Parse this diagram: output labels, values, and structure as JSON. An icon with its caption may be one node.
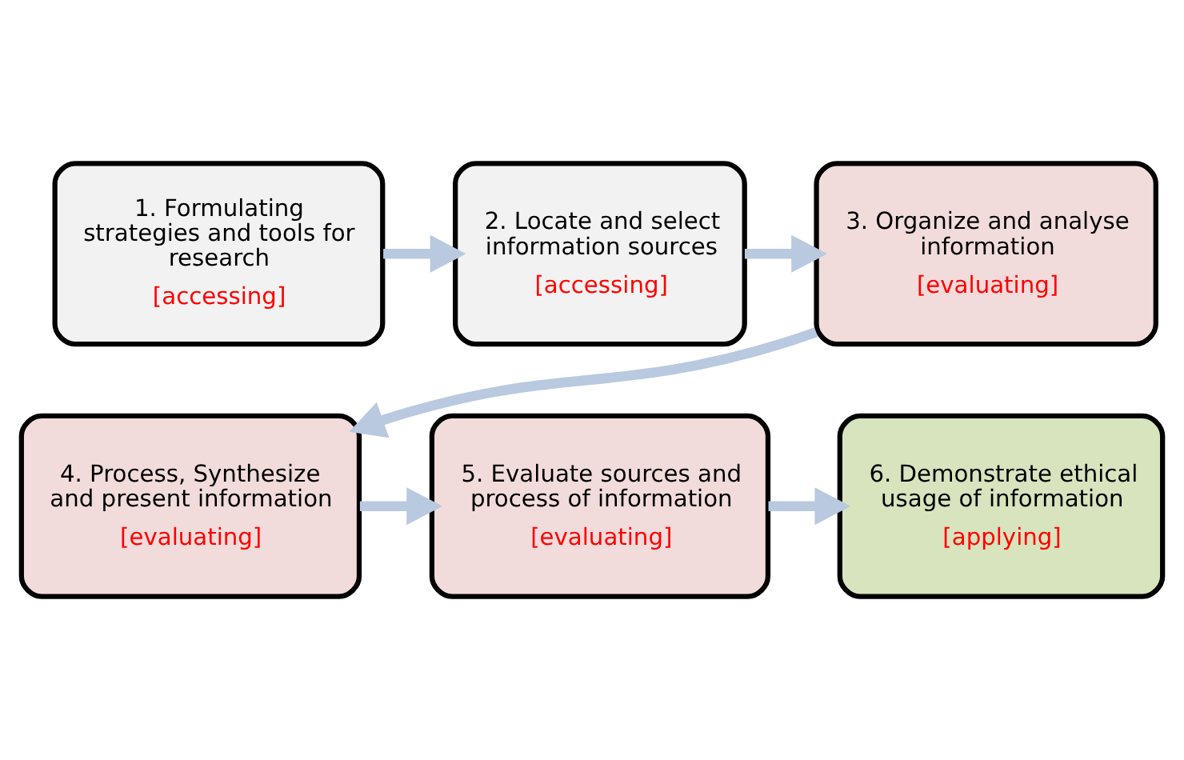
{
  "diagram": {
    "nodes": [
      {
        "text": [
          "1. Formulating strategies and tools for research",
          "[accessing]"
        ]
      },
      {
        "text": [
          "2. Locate and select information sources",
          "[accessing]"
        ]
      },
      {
        "text": [
          "3. Organize and analyse information",
          "[evaluating]"
        ]
      },
      {
        "text": [
          "4. Process, Synthesize and present information",
          "[evaluating]"
        ]
      },
      {
        "text": [
          "5. Evaluate sources and process of information",
          "[evaluating]"
        ]
      },
      {
        "text": [
          "6. Demonstrate ethical usage of information",
          "[applying]"
        ]
      }
    ],
    "edges": [
      {
        "from": 0,
        "to": 1,
        "arrow": "to"
      },
      {
        "from": 1,
        "to": 2,
        "arrow": "to"
      },
      {
        "from": 2,
        "to": 3,
        "arrow": "to"
      },
      {
        "from": 3,
        "to": 4,
        "arrow": "to"
      },
      {
        "from": 4,
        "to": 5,
        "arrow": "to"
      }
    ]
  }
}
